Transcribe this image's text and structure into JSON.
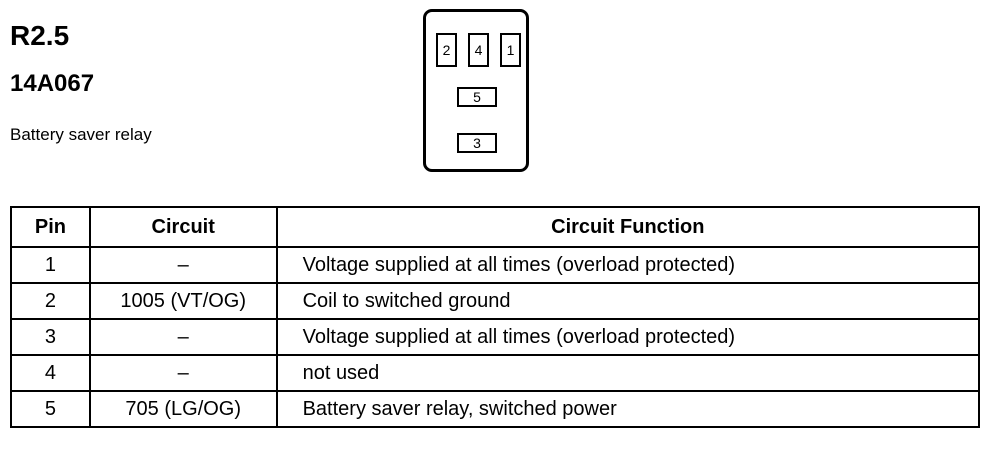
{
  "header": {
    "title": "R2.5",
    "part_number": "14A067",
    "description": "Battery saver relay"
  },
  "connector": {
    "pins": [
      "2",
      "4",
      "1",
      "5",
      "3"
    ]
  },
  "table": {
    "headers": [
      "Pin",
      "Circuit",
      "Circuit Function"
    ],
    "rows": [
      {
        "pin": "1",
        "circuit": "–",
        "function": "Voltage supplied at all times (overload protected)"
      },
      {
        "pin": "2",
        "circuit": "1005 (VT/OG)",
        "function": "Coil to switched ground"
      },
      {
        "pin": "3",
        "circuit": "–",
        "function": "Voltage supplied at all times (overload protected)"
      },
      {
        "pin": "4",
        "circuit": "–",
        "function": "not used"
      },
      {
        "pin": "5",
        "circuit": "705 (LG/OG)",
        "function": "Battery saver relay, switched power"
      }
    ]
  }
}
